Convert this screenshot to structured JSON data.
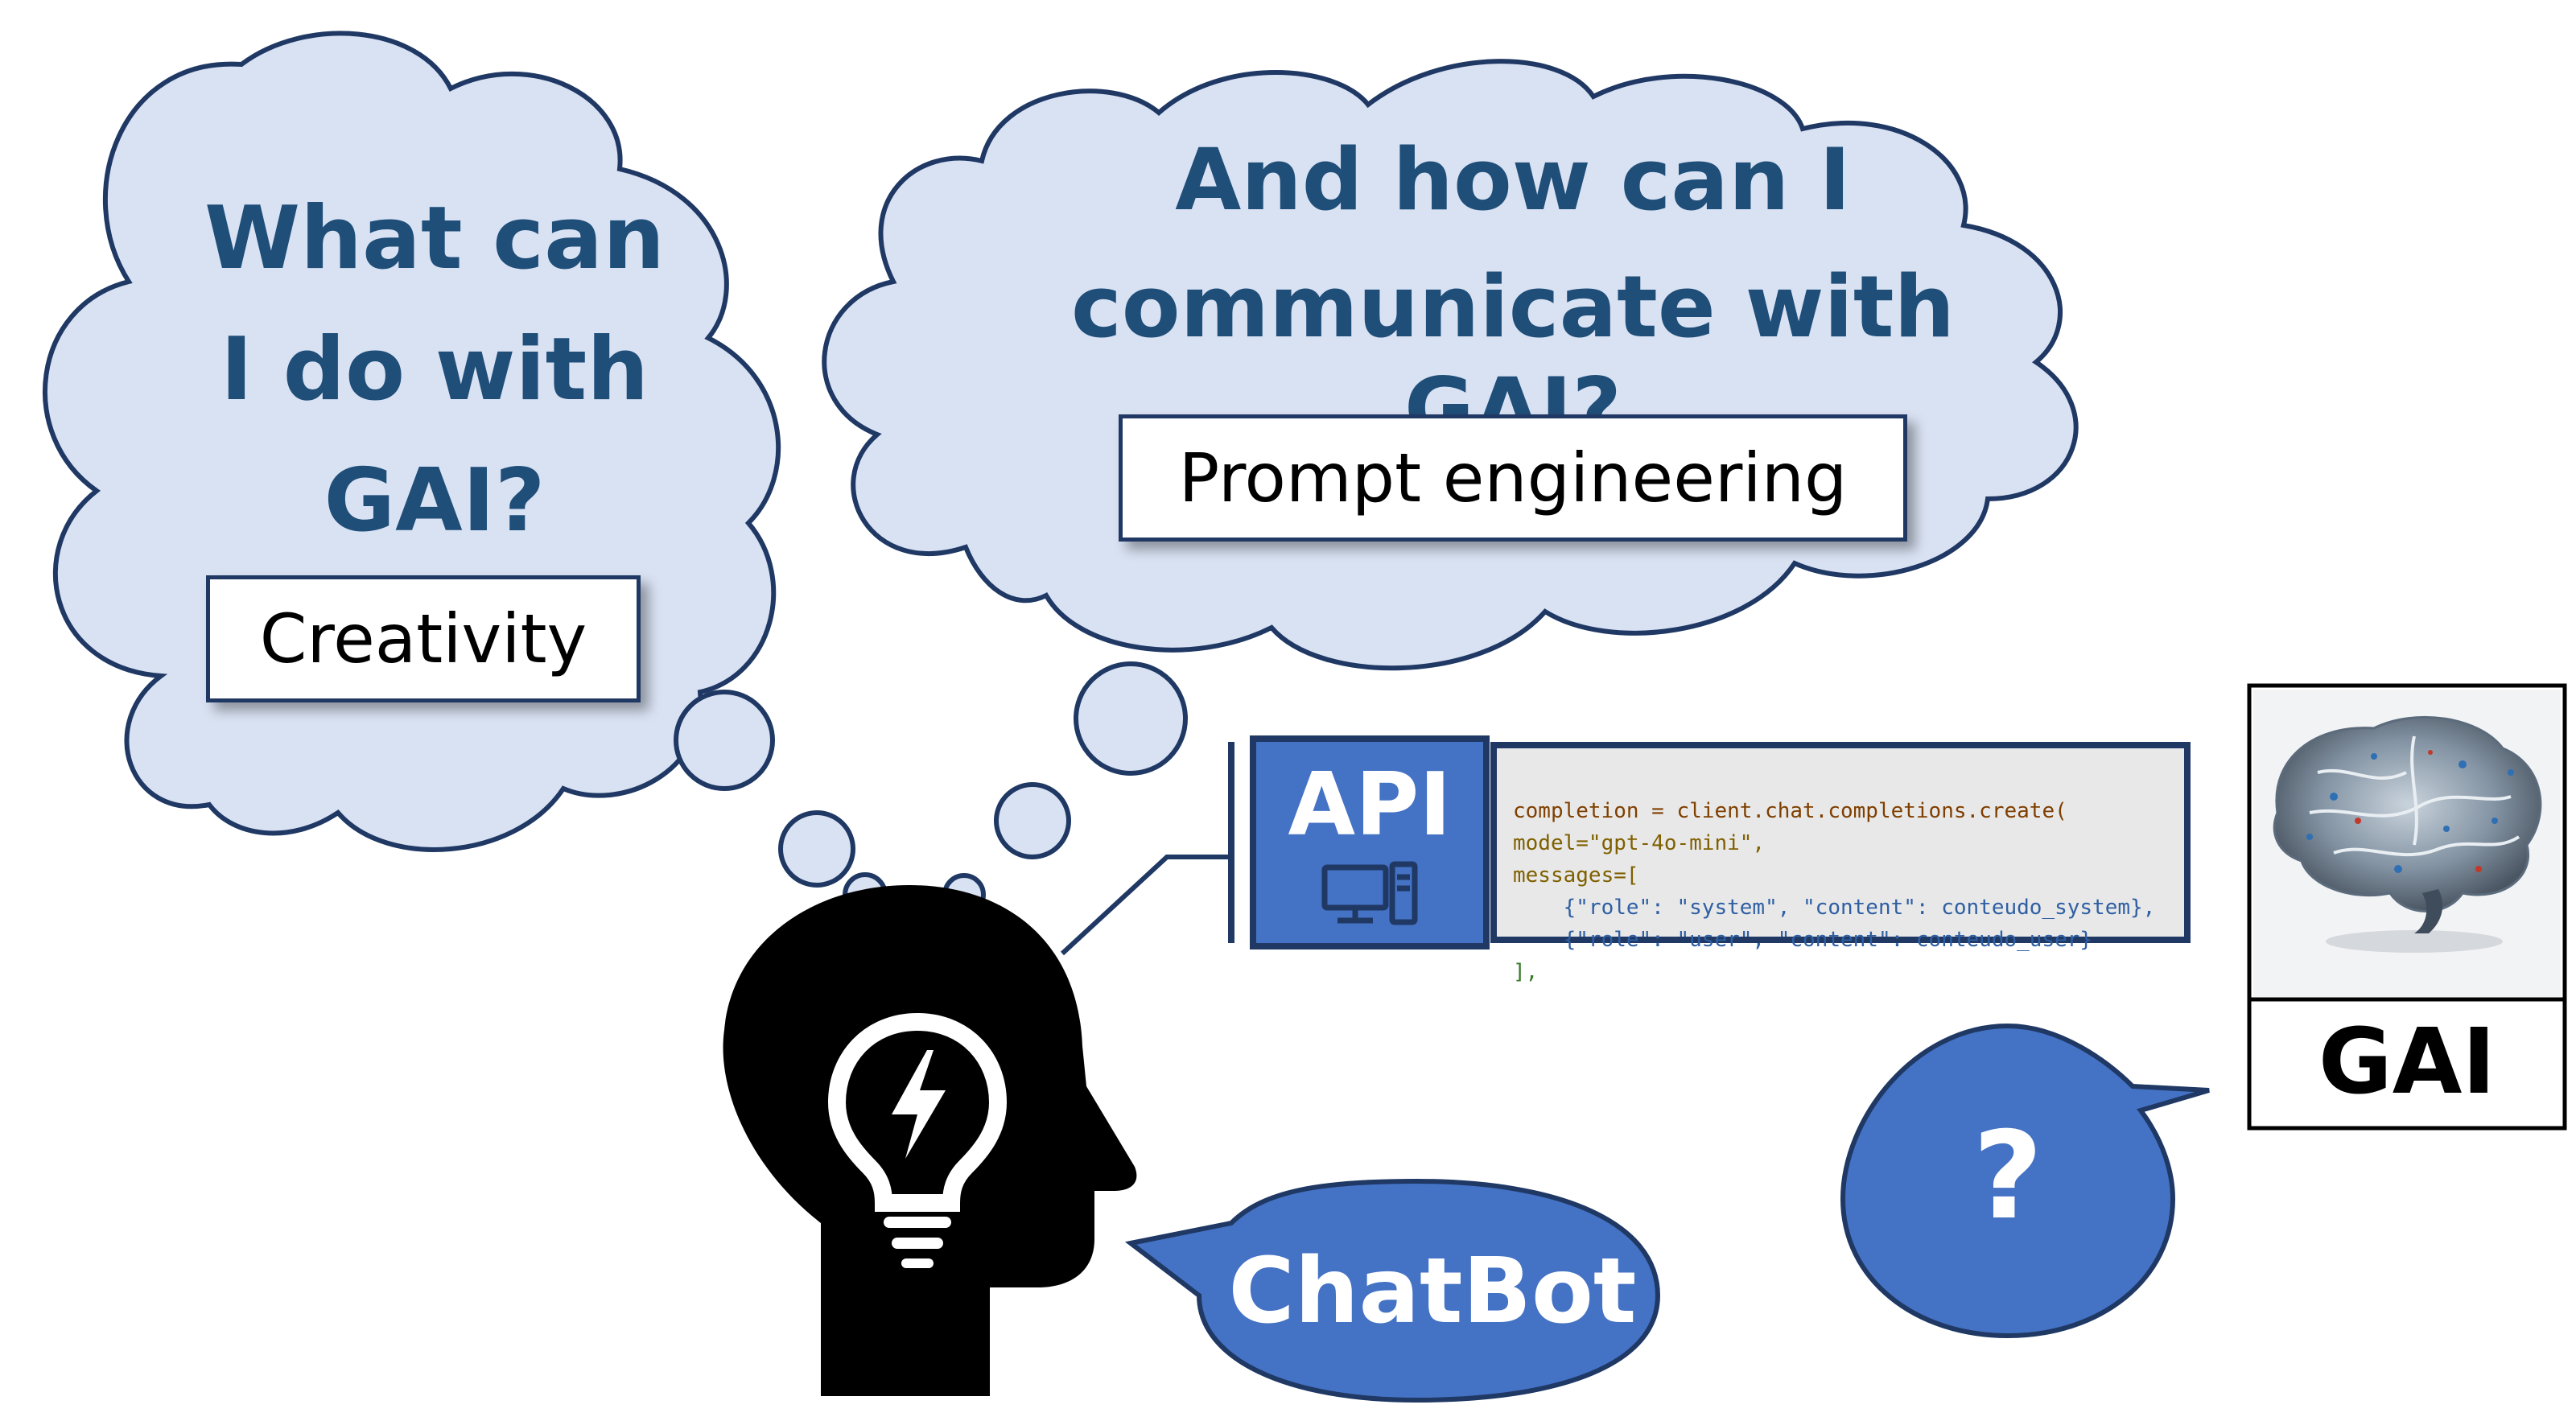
{
  "left_thought": {
    "question_lines": [
      "What can",
      "I do with",
      "GAI?"
    ],
    "label": "Creativity"
  },
  "right_thought": {
    "question_lines": [
      "And how can I",
      "communicate with GAI?"
    ],
    "label": "Prompt engineering"
  },
  "api": {
    "label": "API",
    "icon": "computer-icon"
  },
  "code": {
    "lines": [
      "completion = client.chat.completions.create(",
      "model=\"gpt-4o-mini\",",
      "messages=[",
      "    {\"role\": \"system\", \"content\": conteudo_system},",
      "    {\"role\": \"user\", \"content\": conteudo_user}",
      "],"
    ]
  },
  "chatbot": {
    "label": "ChatBot"
  },
  "question_bubble": {
    "label": "?"
  },
  "gai": {
    "label": "GAI",
    "image": "brain-circuit-image"
  },
  "person": {
    "icon": "head-with-lightbulb-icon"
  },
  "colors": {
    "cloud_fill": "#d9e2f3",
    "cloud_stroke": "#1f3864",
    "accent_blue": "#4472c4",
    "title_text": "#1f4e79"
  }
}
